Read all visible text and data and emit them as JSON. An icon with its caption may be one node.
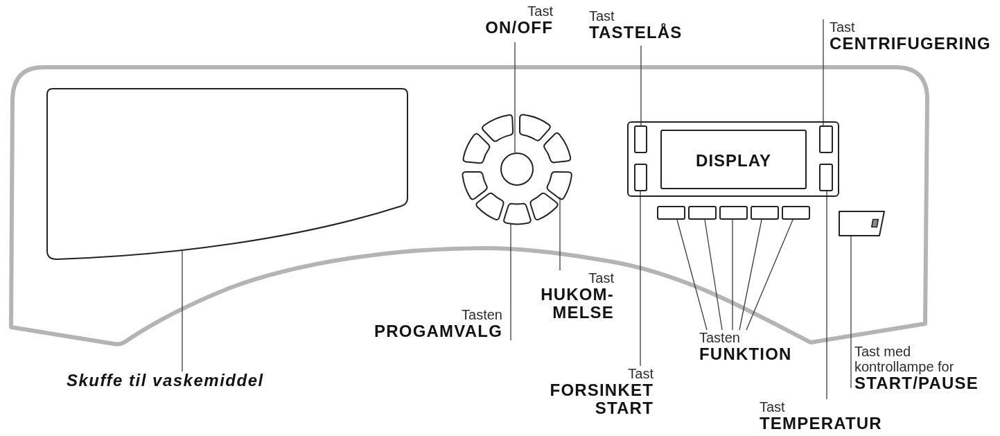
{
  "diagram": {
    "nodes": [
      {
        "text": [
          "Tast",
          "ON/OFF"
        ]
      },
      {
        "text": [
          "Tast",
          "TASTELÅS"
        ]
      },
      {
        "text": [
          "Tast",
          "CENTRIFUGERING"
        ]
      },
      {
        "text": [],
        "shape": "box"
      },
      {
        "text": [],
        "shape": "circle"
      },
      {
        "text": [],
        "shape": "box"
      },
      {
        "text": [],
        "shape": "box"
      },
      {
        "text": [],
        "shape": "box"
      },
      {
        "text": [],
        "shape": "box",
        "in": 7
      },
      {
        "text": [],
        "shape": "box",
        "in": 7
      },
      {
        "text": [
          "DISPLAY"
        ],
        "in": 7
      },
      {
        "text": [],
        "shape": "box",
        "in": 7
      },
      {
        "text": [],
        "shape": "box",
        "in": 7
      },
      {
        "text": [],
        "shape": "box"
      },
      {
        "text": [],
        "shape": "box"
      },
      {
        "text": [],
        "shape": "box"
      },
      {
        "text": [],
        "shape": "box"
      },
      {
        "text": [],
        "shape": "box"
      },
      {
        "text": [],
        "shape": "box"
      },
      {
        "text": [
          "Tast",
          "HUKOM- MELSE"
        ]
      },
      {
        "text": [
          "Tasten",
          "PROGAMVALG"
        ]
      },
      {
        "text": [
          "Tasten",
          "FUNKTION"
        ]
      },
      {
        "text": [
          "Tast med kontrollampe for",
          "START/PAUSE"
        ]
      },
      {
        "text": [
          "Tast",
          "FORSINKET START"
        ]
      },
      {
        "text": [
          "Skuffe til vaskemiddel"
        ]
      },
      {
        "text": [
          "Tast",
          "TEMPERATUR"
        ]
      }
    ],
    "edges": [
      {
        "from": 0,
        "to": 4,
        "arrow": "none"
      },
      {
        "from": 1,
        "to": 8,
        "arrow": "none"
      },
      {
        "from": 2,
        "to": 11,
        "arrow": "none"
      },
      {
        "from": 19,
        "to": 6,
        "arrow": "none"
      },
      {
        "from": 20,
        "to": 5,
        "arrow": "none"
      },
      {
        "from": 21,
        "to": 13,
        "arrow": "none"
      },
      {
        "from": 21,
        "to": 14,
        "arrow": "none"
      },
      {
        "from": 21,
        "to": 15,
        "arrow": "none"
      },
      {
        "from": 21,
        "to": 16,
        "arrow": "none"
      },
      {
        "from": 21,
        "to": 17,
        "arrow": "none"
      },
      {
        "from": 22,
        "to": 18,
        "arrow": "none"
      },
      {
        "from": 23,
        "to": 9,
        "arrow": "none"
      },
      {
        "from": 24,
        "to": 3,
        "arrow": "none"
      },
      {
        "from": 25,
        "to": 12,
        "arrow": "none"
      }
    ]
  }
}
